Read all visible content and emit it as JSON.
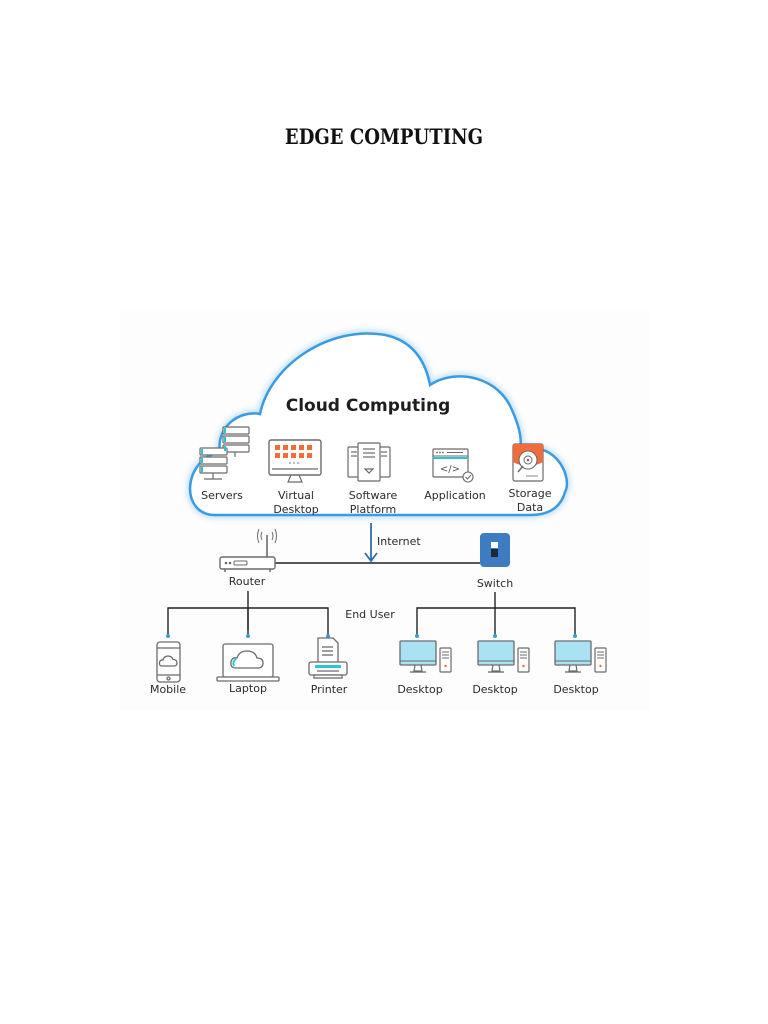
{
  "document": {
    "title": "EDGE COMPUTING"
  },
  "diagram": {
    "cloud": {
      "title": "Cloud Computing",
      "services": [
        {
          "label_lines": [
            "Servers"
          ],
          "icon": "servers-icon"
        },
        {
          "label_lines": [
            "Virtual",
            "Desktop"
          ],
          "icon": "virtual-desktop-icon"
        },
        {
          "label_lines": [
            "Software",
            "Platform"
          ],
          "icon": "software-platform-icon"
        },
        {
          "label_lines": [
            "Application"
          ],
          "icon": "application-icon"
        },
        {
          "label_lines": [
            "Storage",
            "Data"
          ],
          "icon": "storage-data-icon"
        }
      ]
    },
    "internet_label": "Internet",
    "router_label": "Router",
    "switch_label": "Switch",
    "end_user_label": "End User",
    "router_devices": [
      {
        "label": "Mobile",
        "icon": "mobile-icon"
      },
      {
        "label": "Laptop",
        "icon": "laptop-icon"
      },
      {
        "label": "Printer",
        "icon": "printer-icon"
      }
    ],
    "switch_devices": [
      {
        "label": "Desktop",
        "icon": "desktop-icon"
      },
      {
        "label": "Desktop",
        "icon": "desktop-icon"
      },
      {
        "label": "Desktop",
        "icon": "desktop-icon"
      }
    ],
    "colors": {
      "cloud_outline": "#3b9be0",
      "accent_orange": "#f26b3a",
      "accent_teal": "#2cc5d2",
      "switch_blue": "#3d7cc0",
      "arrow_blue": "#2f6fa8",
      "screen_blue": "#a9e2f3",
      "icon_gray": "#6b6b6b",
      "line_black": "#222222"
    }
  }
}
